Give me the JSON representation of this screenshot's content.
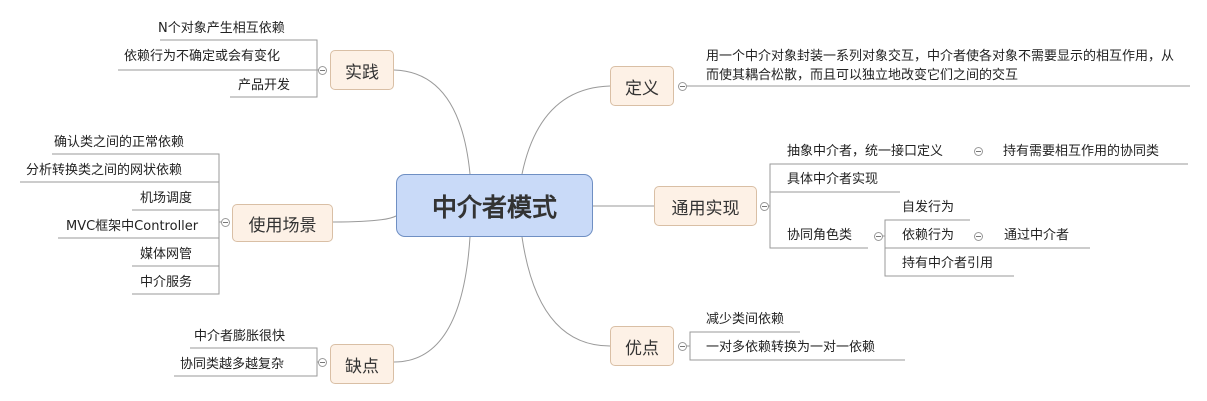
{
  "central": "中介者模式",
  "branches": {
    "practice": {
      "label": "实践",
      "items": [
        "N个对象产生相互依赖",
        "依赖行为不确定或会有变化",
        "产品开发"
      ]
    },
    "scenarios": {
      "label": "使用场景",
      "items": [
        "确认类之间的正常依赖",
        "分析转换类之间的网状依赖",
        "机场调度",
        "MVC框架中Controller",
        "媒体网管",
        "中介服务"
      ]
    },
    "cons": {
      "label": "缺点",
      "items": [
        "中介者膨胀很快",
        "协同类越多越复杂"
      ]
    },
    "definition": {
      "label": "定义",
      "text": "用一个中介对象封装一系列对象交互，中介者使各对象不需要显示的相互作用，从而使其耦合松散，而且可以独立地改变它们之间的交互"
    },
    "impl": {
      "label": "通用实现",
      "abstract": "抽象中介者，统一接口定义",
      "abstract_child": "持有需要相互作用的协同类",
      "concrete": "具体中介者实现",
      "colleague": "协同角色类",
      "spontaneous": "自发行为",
      "dependent": "依赖行为",
      "dependent_child": "通过中介者",
      "holds": "持有中介者引用"
    },
    "pros": {
      "label": "优点",
      "items": [
        "减少类间依赖",
        "一对多依赖转换为一对一依赖"
      ]
    }
  }
}
